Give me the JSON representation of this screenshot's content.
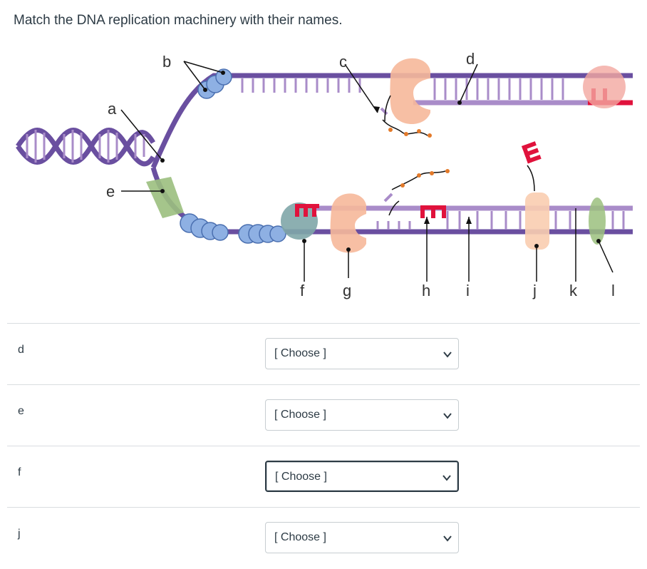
{
  "question": "Match the DNA replication machinery with their names.",
  "diagram_labels": {
    "a": "a",
    "b": "b",
    "c": "c",
    "d": "d",
    "e": "e",
    "f": "f",
    "g": "g",
    "h": "h",
    "i": "i",
    "j": "j",
    "k": "k",
    "l": "l"
  },
  "rows": [
    {
      "label": "d",
      "select": "[ Choose ]"
    },
    {
      "label": "e",
      "select": "[ Choose ]"
    },
    {
      "label": "f",
      "select": "[ Choose ]"
    },
    {
      "label": "j",
      "select": "[ Choose ]"
    }
  ],
  "colors": {
    "dna_dark": "#6a4fa0",
    "dna_light": "#a98cc9",
    "protein_blue": "#8eb0e3",
    "helicase_green": "#9bbf7e",
    "primase_teal": "#7fa6a9",
    "polymerase_peach": "#f6b89a",
    "primer_red": "#e0123c",
    "nucleotide_orange": "#e37a2a"
  }
}
